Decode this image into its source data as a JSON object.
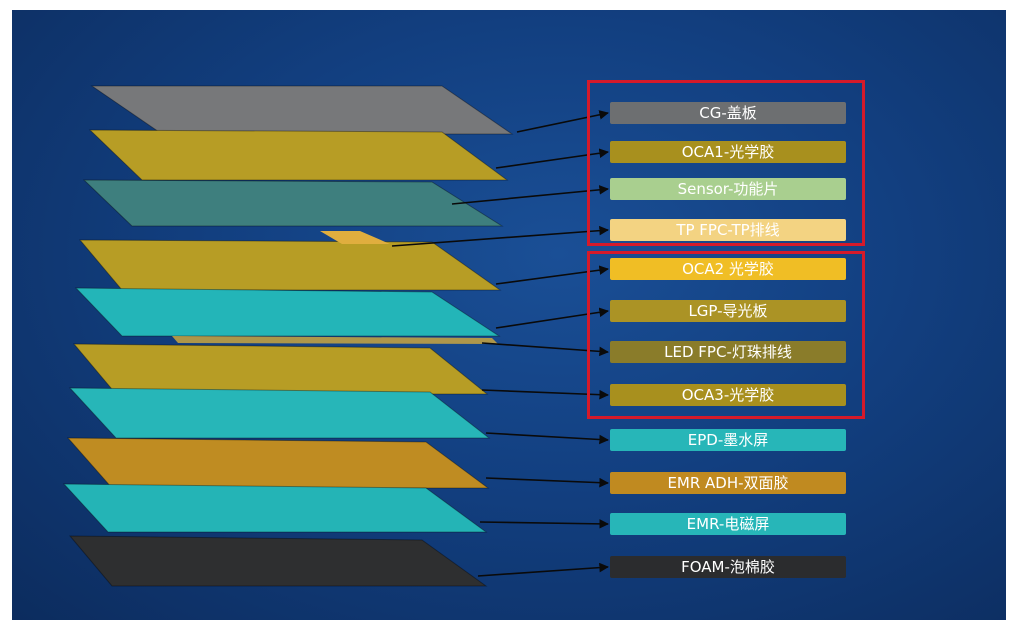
{
  "layers": [
    {
      "id": "cg",
      "label": "CG-盖板",
      "color": "#77787a",
      "label_bg": "#6d6f71",
      "text_color": "#ffffff"
    },
    {
      "id": "oca1",
      "label": "OCA1-光学胶",
      "color": "#b79d25",
      "label_bg": "#a8901e",
      "text_color": "#ffffff"
    },
    {
      "id": "sensor",
      "label": "Sensor-功能片",
      "color": "#3e7f7e",
      "label_bg": "#a9cf8f",
      "text_color": "#ffffff"
    },
    {
      "id": "tp_fpc",
      "label": "TP FPC-TP排线",
      "color": "#e0ae3e",
      "label_bg": "#f3d382",
      "text_color": "#ffffff"
    },
    {
      "id": "oca2",
      "label": "OCA2 光学胶",
      "color": "#b79d25",
      "label_bg": "#f0be25",
      "text_color": "#ffffff"
    },
    {
      "id": "lgp",
      "label": "LGP-导光板",
      "color": "#23b5b8",
      "label_bg": "#ab9325",
      "text_color": "#ffffff"
    },
    {
      "id": "led_fpc",
      "label": "LED FPC-灯珠排线",
      "color": "#c9a640",
      "label_bg": "#8a7c2a",
      "text_color": "#ffffff"
    },
    {
      "id": "oca3",
      "label": "OCA3-光学胶",
      "color": "#b79d25",
      "label_bg": "#a8901e",
      "text_color": "#ffffff"
    },
    {
      "id": "epd",
      "label": "EPD-墨水屏",
      "color": "#27b6b8",
      "label_bg": "#27b6b8",
      "text_color": "#ffffff"
    },
    {
      "id": "emr_adh",
      "label": "EMR ADH-双面胶",
      "color": "#bf8c22",
      "label_bg": "#c08a20",
      "text_color": "#ffffff"
    },
    {
      "id": "emr",
      "label": "EMR-电磁屏",
      "color": "#24b4b6",
      "label_bg": "#27b6b8",
      "text_color": "#ffffff"
    },
    {
      "id": "foam",
      "label": "FOAM-泡棉胶",
      "color": "#2e2f30",
      "label_bg": "#2b2c2e",
      "text_color": "#ffffff"
    }
  ],
  "group_box_color": "#d51a2a",
  "leader_color": "#0a0a0a"
}
